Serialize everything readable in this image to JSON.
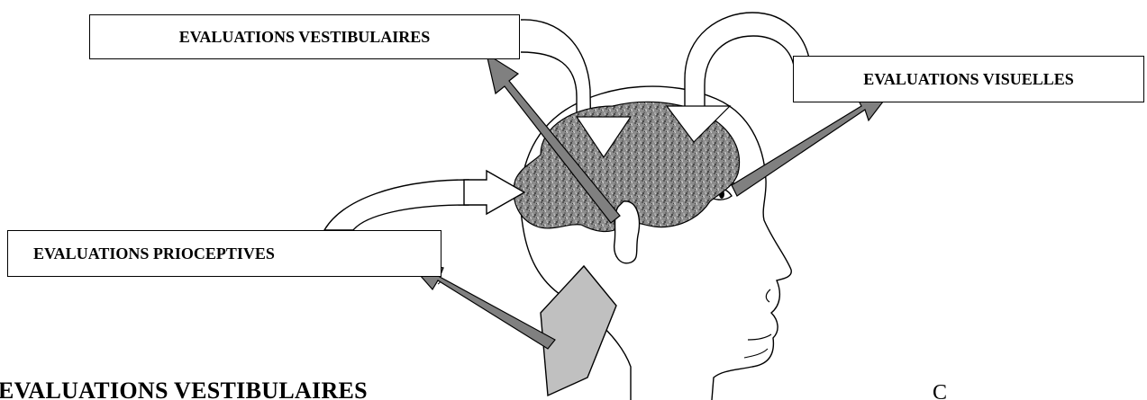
{
  "labels": {
    "vestibular": "EVALUATIONS VESTIBULAIRES",
    "visual": "EVALUATIONS VISUELLES",
    "proprioceptive": "EVALUATIONS PRIOCEPTIVES"
  },
  "heading": "EVALUATIONS VESTIBULAIRES",
  "stray_letter": "C",
  "colors": {
    "line": "#000000",
    "arrow_fill": "#808080",
    "brain_fill": "#8c8c8c",
    "neck_fill": "#c0c0c0",
    "box_fill": "#ffffff"
  }
}
